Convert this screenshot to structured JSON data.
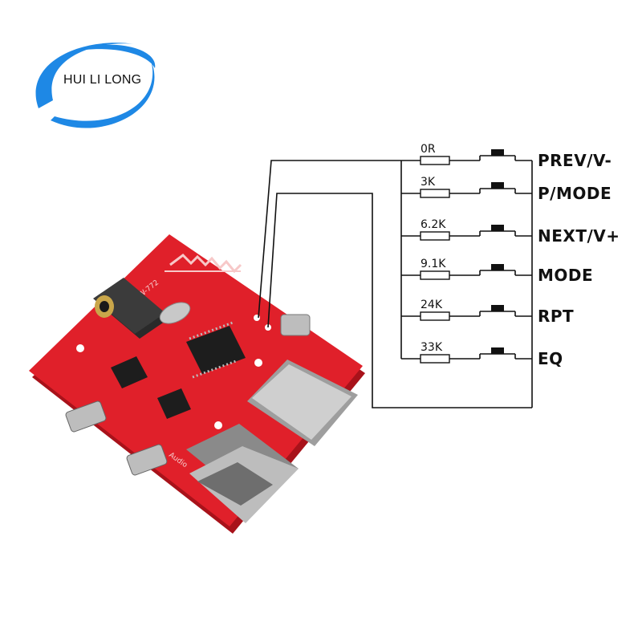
{
  "logo": {
    "brand": "HUI LI LONG",
    "ring_color": "#1e88e5"
  },
  "board": {
    "model": "HW-772",
    "audio_label": "Audio",
    "pcb_color": "#e0202a"
  },
  "buttons": [
    {
      "resistor": "0R",
      "function": "PREV/V-"
    },
    {
      "resistor": "3K",
      "function": "P/MODE"
    },
    {
      "resistor": "6.2K",
      "function": "NEXT/V+"
    },
    {
      "resistor": "9.1K",
      "function": "MODE"
    },
    {
      "resistor": "24K",
      "function": "RPT"
    },
    {
      "resistor": "33K",
      "function": "EQ"
    }
  ]
}
